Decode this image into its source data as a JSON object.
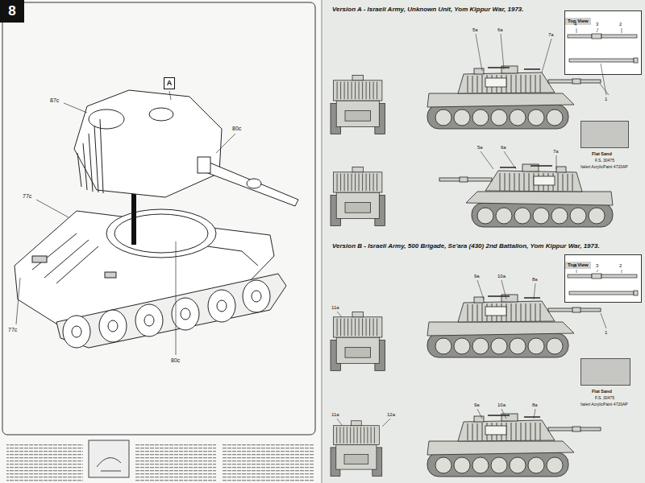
{
  "diagram": {
    "nodes": [
      {
        "text": [
          "8"
        ]
      },
      {
        "text": [
          "A"
        ]
      },
      {
        "text": [
          "Top View"
        ]
      },
      {
        "text": [
          "Top View"
        ]
      }
    ],
    "labels": [
      "87c",
      "80c",
      "77c",
      "77c",
      "80c",
      "Version A - Israeli Army, Unknown Unit, Yom Kippur War, 1973.",
      "4",
      "3",
      "2",
      "5a",
      "6a",
      "7a",
      "1",
      "F.S. 30475",
      "Italeri AcrylicPaint 4720AP",
      "5a",
      "6a",
      "7a",
      "Version B - Israeli Army, 500 Brigade, Se'ara (430) 2nd Battalion, Yom Kippur War, 1973.",
      "4",
      "3",
      "2",
      "9a",
      "10a",
      "8a",
      "11a",
      "1",
      "F.S. 30475",
      "Italeri AcrylicPaint 4720AP",
      "11a",
      "12a",
      "9a",
      "10a",
      "8a"
    ],
    "legend": [
      {
        "text": "Flat Sand",
        "color": "#c6c6c2"
      },
      {
        "text": "Flat Sand",
        "color": "#c6c6c2"
      }
    ]
  }
}
